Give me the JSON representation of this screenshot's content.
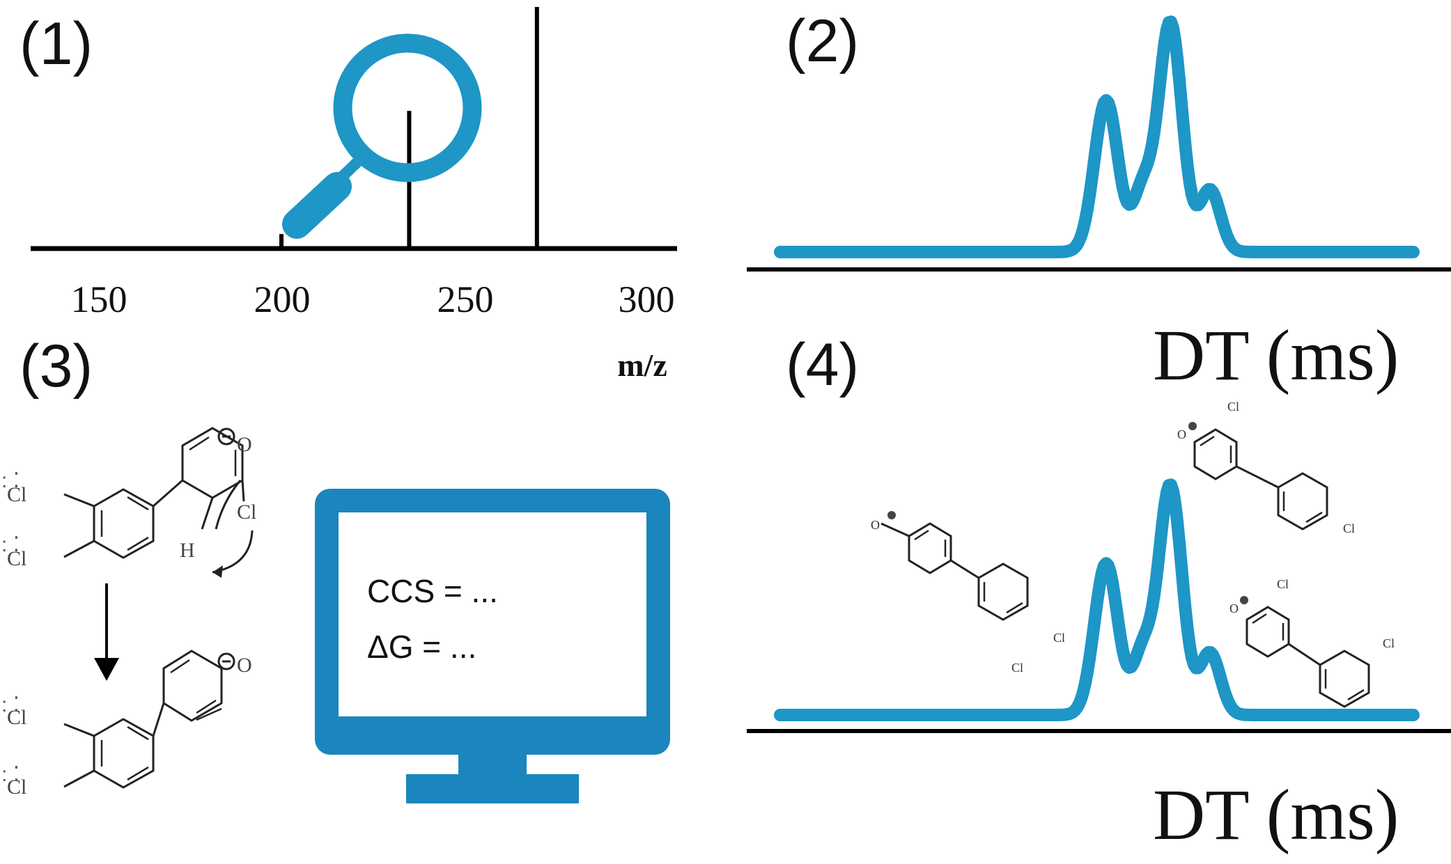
{
  "colors": {
    "accent": "#1E96C6",
    "monitor": "#1A86BD",
    "axis": "#000000"
  },
  "panel1": {
    "label": "(1)",
    "x_ticks": [
      "150",
      "200",
      "250",
      "300"
    ],
    "x_title": "m/z",
    "icon": "magnifier-icon"
  },
  "panel2": {
    "label": "(2)",
    "x_title": "DT (ms)"
  },
  "panel3": {
    "label": "(3)",
    "atoms": {
      "cl": "Cl",
      "o": "O",
      "h": "H"
    },
    "screen_lines": [
      "CCS = ...",
      "ΔG = ..."
    ],
    "icon": "monitor-icon"
  },
  "panel4": {
    "label": "(4)",
    "x_title": "DT (ms)",
    "atoms": {
      "cl": "Cl",
      "o": "O"
    }
  },
  "chart_data": [
    {
      "type": "bar",
      "title": "",
      "xlabel": "m/z",
      "ylabel": "",
      "xlim": [
        130,
        305
      ],
      "x_ticks": [
        150,
        200,
        250,
        300
      ],
      "x": [
        200,
        235,
        270
      ],
      "values": [
        0.06,
        0.57,
        1.0
      ]
    },
    {
      "type": "line",
      "xlabel": "DT (ms)",
      "ylabel": "",
      "ylim": [
        0,
        1
      ],
      "note_free": true,
      "series": [
        {
          "peaks_relative_height": [
            0.66,
            0.26,
            1.0,
            0.27
          ]
        }
      ]
    },
    {
      "type": "line",
      "xlabel": "DT (ms)",
      "ylabel": "",
      "ylim": [
        0,
        1
      ],
      "series": [
        {
          "peaks_relative_height": [
            0.66,
            0.26,
            1.0,
            0.27
          ]
        }
      ]
    }
  ]
}
